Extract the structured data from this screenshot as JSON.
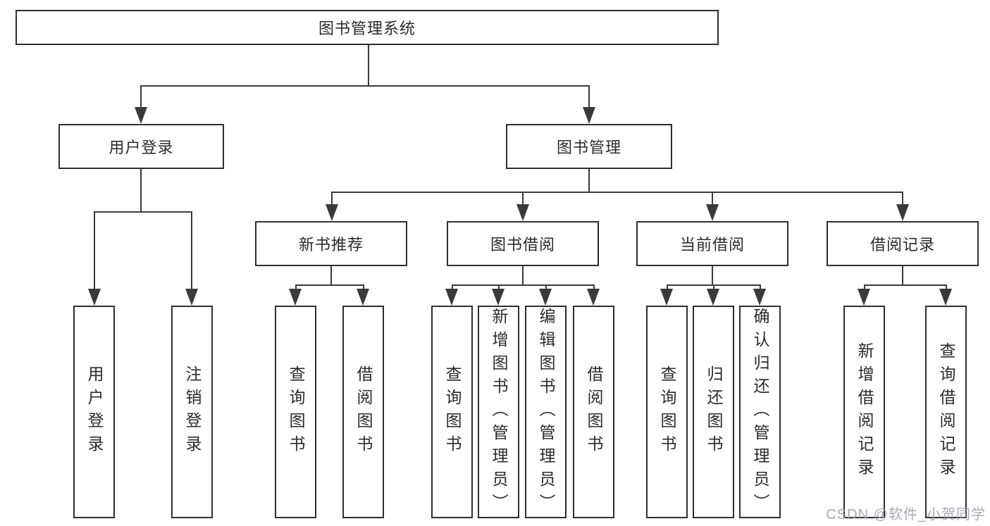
{
  "diagram": {
    "root": "图书管理系统",
    "user_login": {
      "label": "用户登录",
      "leaves": [
        "用户登录",
        "注销登录"
      ]
    },
    "book_mgmt": {
      "label": "图书管理",
      "new_book_rec": {
        "label": "新书推荐",
        "leaves": [
          "查询图书",
          "借阅图书"
        ]
      },
      "book_borrow": {
        "label": "图书借阅",
        "leaves": [
          "查询图书",
          "新增图书（管理员）",
          "编辑图书（管理员）",
          "借阅图书"
        ]
      },
      "current_borrow": {
        "label": "当前借阅",
        "leaves": [
          "查询图书",
          "归还图书",
          "确认归还（管理员）"
        ]
      },
      "borrow_records": {
        "label": "借阅记录",
        "leaves": [
          "新增借阅记录",
          "查询借阅记录"
        ]
      }
    }
  },
  "watermark": "CSDN @软件_小贺同学",
  "colors": {
    "line": "#3a3a3a",
    "box_border": "#2f2f2f",
    "box_fill": "#ffffff",
    "text": "#2b2b2b",
    "watermark": "#9ea3ab",
    "background": "#ffffff"
  }
}
